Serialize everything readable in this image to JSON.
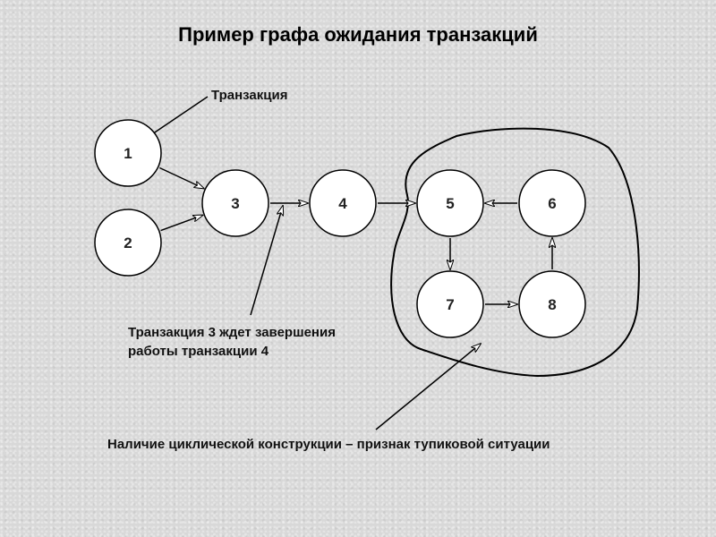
{
  "title": "Пример графа ожидания транзакций",
  "annotations": {
    "transaction": "Транзакция",
    "wait_line1": "Транзакция 3 ждет завершения",
    "wait_line2": "работы транзакции 4",
    "cycle": "Наличие циклической конструкции – признак тупиковой ситуации"
  },
  "nodes": [
    {
      "id": "1",
      "label": "1"
    },
    {
      "id": "2",
      "label": "2"
    },
    {
      "id": "3",
      "label": "3"
    },
    {
      "id": "4",
      "label": "4"
    },
    {
      "id": "5",
      "label": "5"
    },
    {
      "id": "6",
      "label": "6"
    },
    {
      "id": "7",
      "label": "7"
    },
    {
      "id": "8",
      "label": "8"
    }
  ],
  "edges": [
    {
      "from": "1",
      "to": "3"
    },
    {
      "from": "2",
      "to": "3"
    },
    {
      "from": "3",
      "to": "4"
    },
    {
      "from": "4",
      "to": "5"
    },
    {
      "from": "5",
      "to": "7"
    },
    {
      "from": "7",
      "to": "8"
    },
    {
      "from": "8",
      "to": "6"
    },
    {
      "from": "6",
      "to": "5"
    }
  ],
  "colors": {
    "node_fill": "#ffffff",
    "stroke": "#000000",
    "background": "#d8d8d8"
  }
}
